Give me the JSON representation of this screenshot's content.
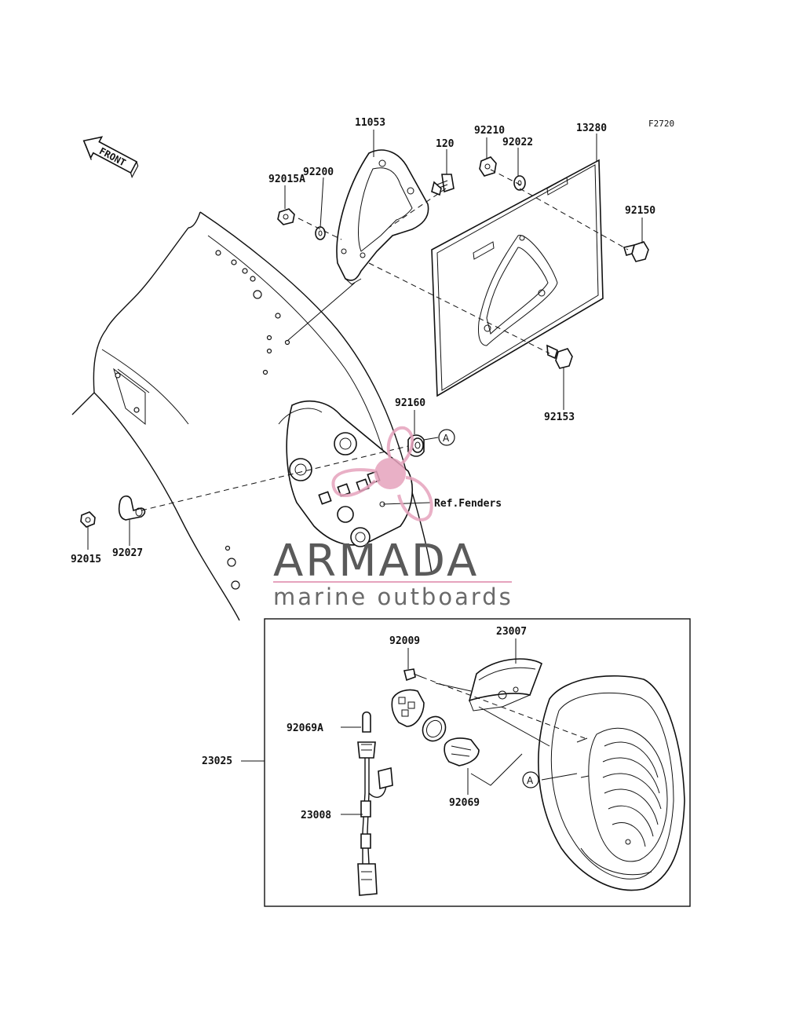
{
  "diagram": {
    "figure_code": "F2720",
    "front_label": "FRONT",
    "ref_note": "Ref.Fenders",
    "circle_marker": "A",
    "labels": {
      "p11053": "11053",
      "p120": "120",
      "p92210": "92210",
      "p92022": "92022",
      "p13280": "13280",
      "p92015A": "92015A",
      "p92200": "92200",
      "p92150": "92150",
      "p92153": "92153",
      "p92160": "92160",
      "p92015": "92015",
      "p92027": "92027",
      "p92009": "92009",
      "p23007": "23007",
      "p92069A": "92069A",
      "p23025": "23025",
      "p92069": "92069",
      "p23008": "23008"
    }
  },
  "watermark": {
    "brand": "ARMADA",
    "tagline": "marine outboards",
    "accent_color": "#e6a3bd",
    "text_color": "#5a5a5a"
  }
}
